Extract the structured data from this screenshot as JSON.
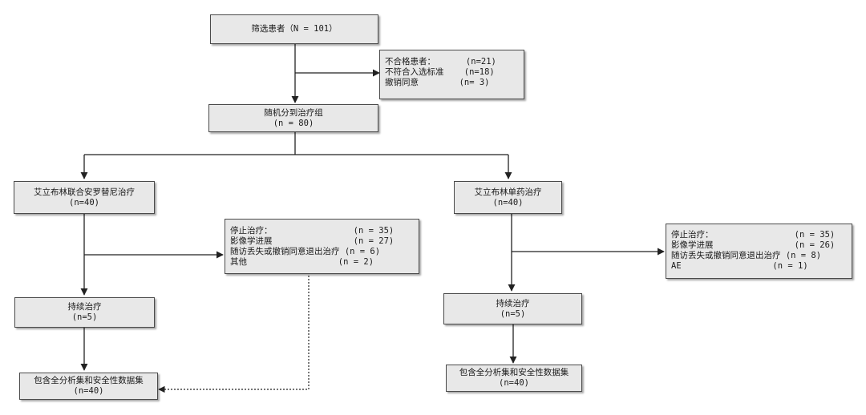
{
  "screening": {
    "title": "筛选患者（N = 101）"
  },
  "excluded": {
    "rows": [
      "不合格患者：      (n=21)",
      "不符合入选标准    (n=18)",
      "撤销同意        (n= 3)"
    ]
  },
  "randomized": {
    "title": "随机分到治疗组",
    "count": "(n = 80)"
  },
  "left_arm": {
    "title": "艾立布林联合安罗替尼治疗",
    "count": "(n=40)",
    "discontinued": {
      "rows": [
        "停止治疗：                (n = 35)",
        "影像学进展                (n = 27)",
        "随访丢失或撤销同意退出治疗 (n = 6)",
        "其他                  (n = 2)"
      ]
    },
    "continuing": {
      "title": "持续治疗",
      "count": "(n=5)"
    },
    "analysis": {
      "title": "包含全分析集和安全性数据集",
      "count": "(n=40)"
    }
  },
  "right_arm": {
    "title": "艾立布林单药治疗",
    "count": "(n=40)",
    "discontinued": {
      "rows": [
        "停止治疗：                (n = 35)",
        "影像学进展                (n = 26)",
        "随访丢失或撤销同意退出治疗 (n = 8)",
        "AE                  (n = 1)"
      ]
    },
    "continuing": {
      "title": "持续治疗",
      "count": "(n=5)"
    },
    "analysis": {
      "title": "包含全分析集和安全性数据集",
      "count": "(n=40)"
    }
  }
}
